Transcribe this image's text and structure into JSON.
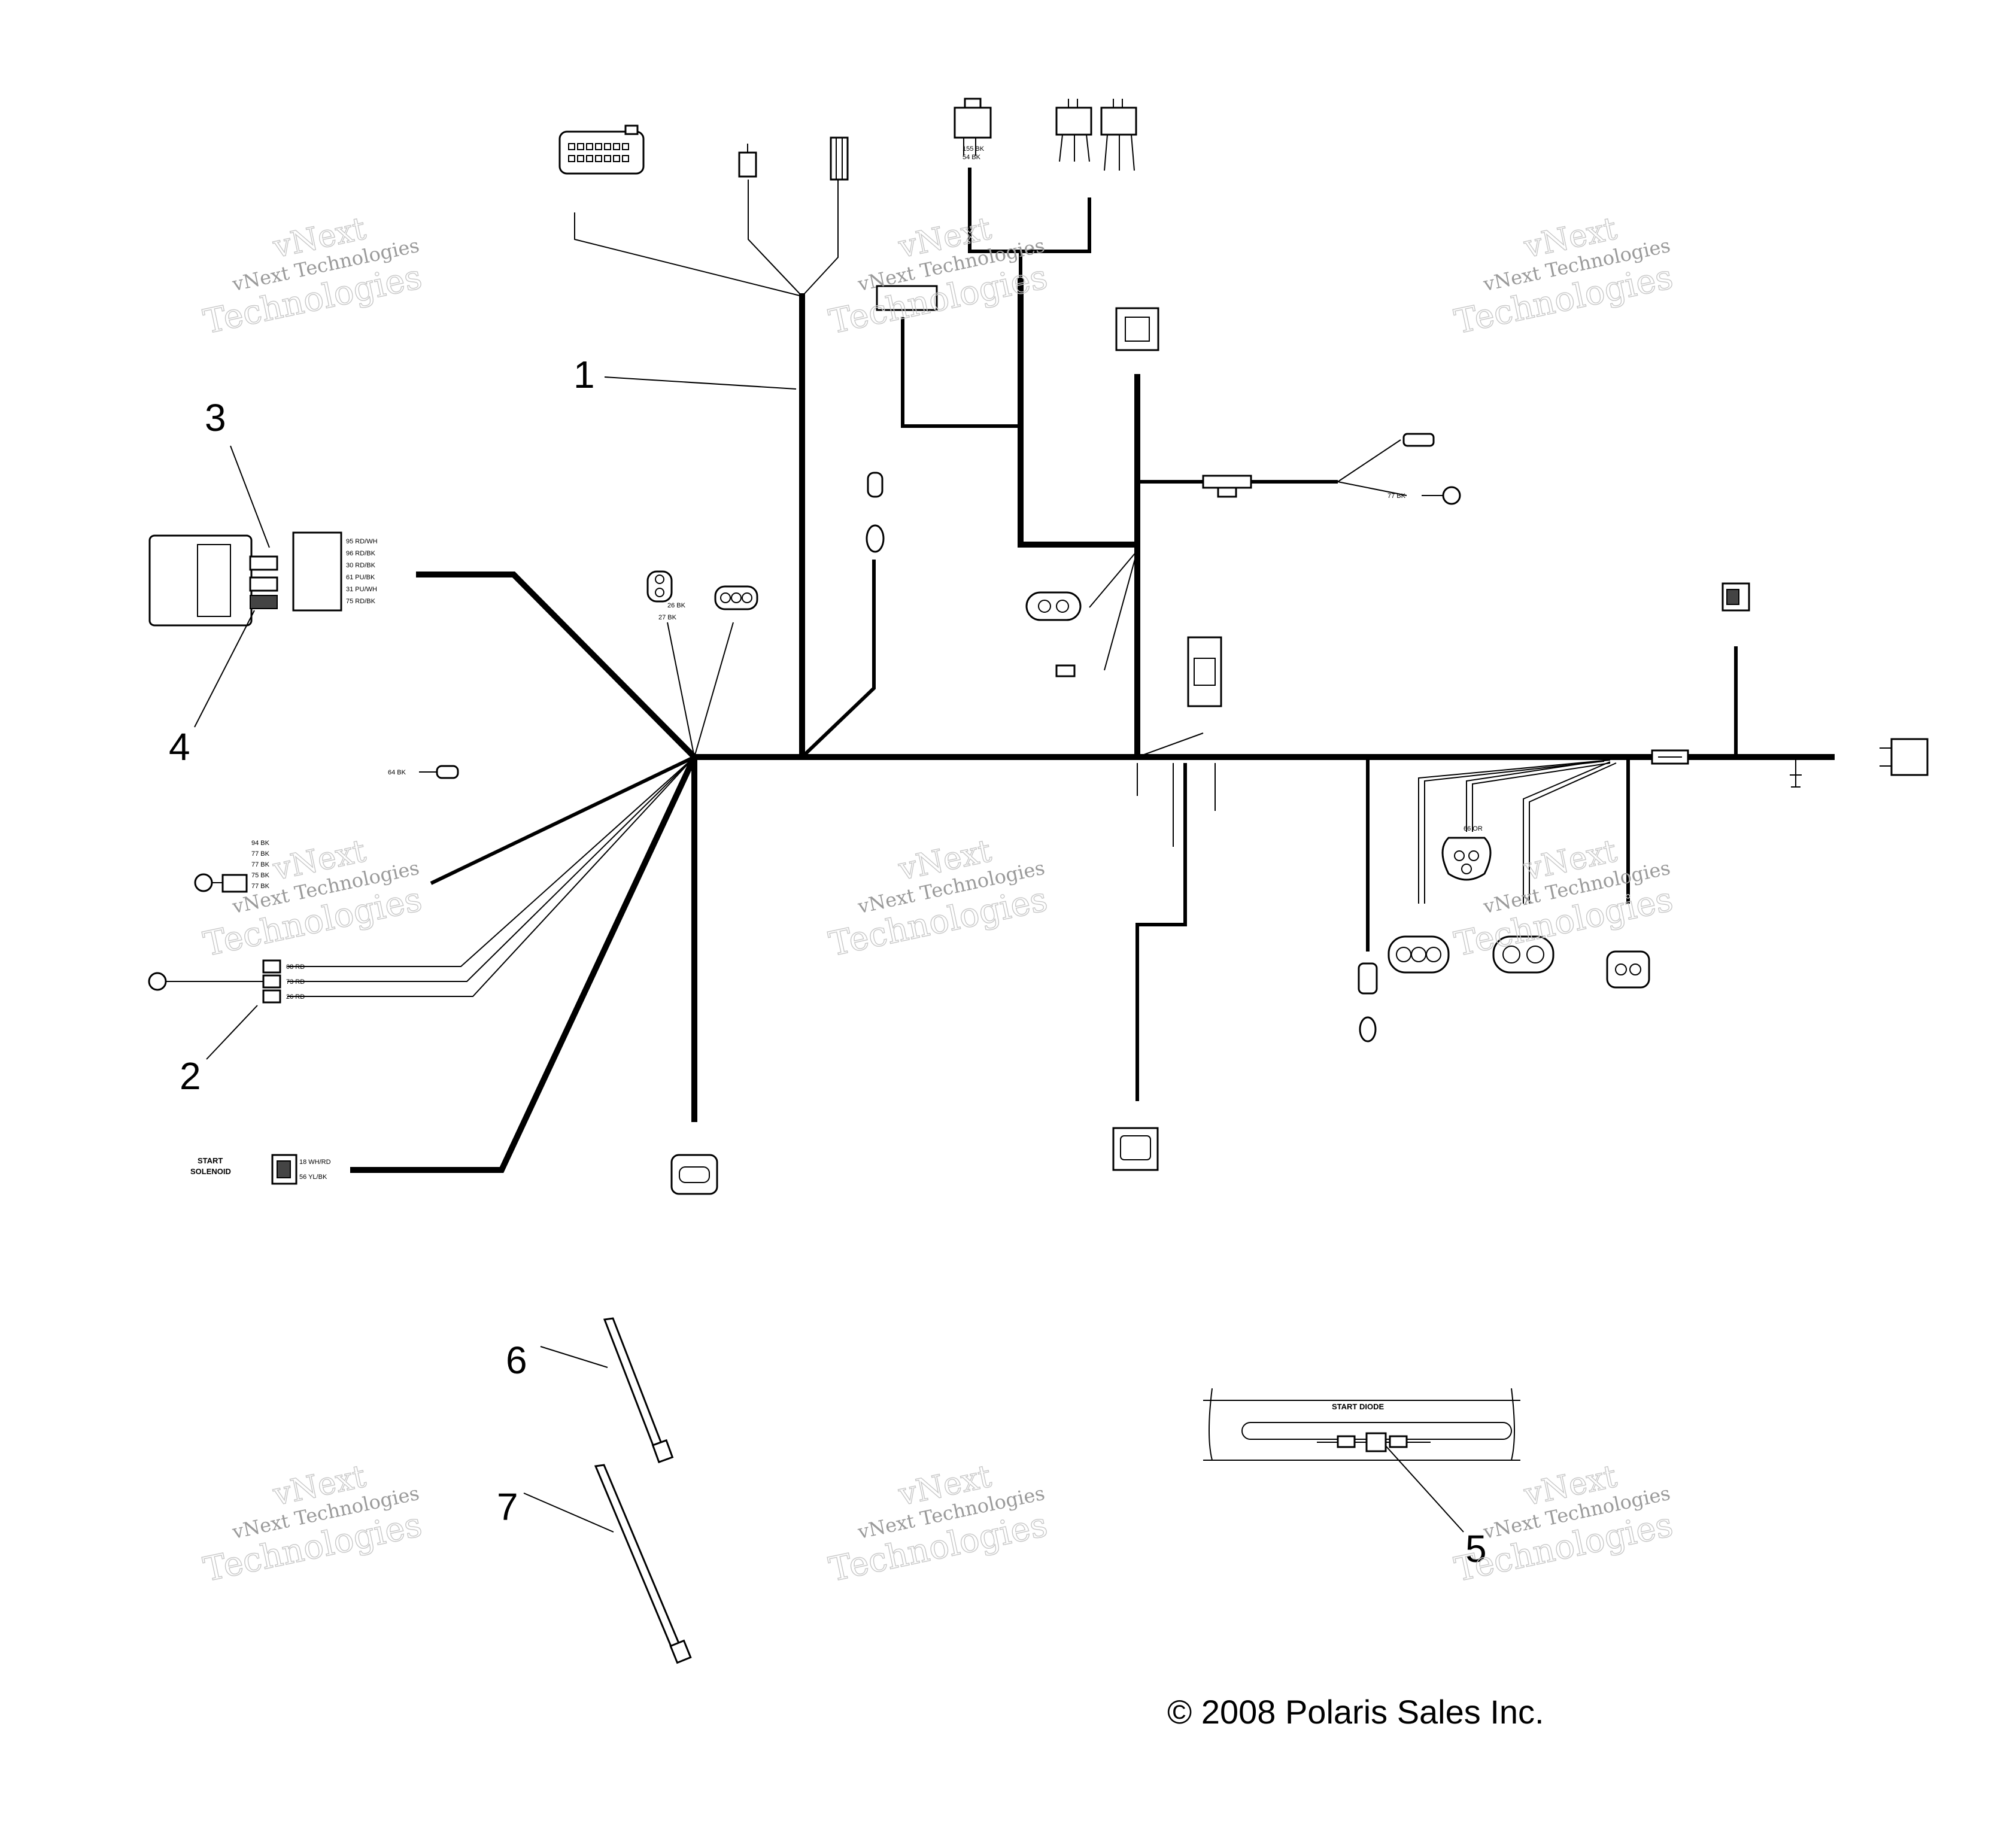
{
  "callouts": [
    {
      "id": "1",
      "text": "1"
    },
    {
      "id": "2",
      "text": "2"
    },
    {
      "id": "3",
      "text": "3"
    },
    {
      "id": "4",
      "text": "4"
    },
    {
      "id": "5",
      "text": "5"
    },
    {
      "id": "6",
      "text": "6"
    },
    {
      "id": "7",
      "text": "7"
    }
  ],
  "labels": {
    "start_solenoid_line1": "START",
    "start_solenoid_line2": "SOLENOID",
    "start_diode": "START DIODE"
  },
  "wire_labels": {
    "connector_3_4": [
      "95 RD/WH",
      "96 RD/BK",
      "30 RD/BK",
      "61 PU/BK",
      "31 PU/WH",
      "75 RD/BK"
    ],
    "top_relay": [
      "155 BK",
      "54 BK"
    ],
    "ground_2way": [
      "26 BK",
      "27 BK"
    ],
    "right_ring": "77 BK",
    "left_ring_top": "64 BK",
    "left_cluster": [
      "94 BK",
      "77 BK",
      "77 BK",
      "75 BK",
      "77 BK"
    ],
    "connector_2": [
      "08 RD",
      "73 RD",
      "26 RD"
    ],
    "solenoid": [
      "18 WH/RD",
      "56 YL/BK"
    ],
    "tri_connector": "66 OR"
  },
  "watermark": {
    "line1": "vNext",
    "line2": "vNext Technologies",
    "line3": "Technologies"
  },
  "copyright": "© 2008 Polaris Sales Inc."
}
